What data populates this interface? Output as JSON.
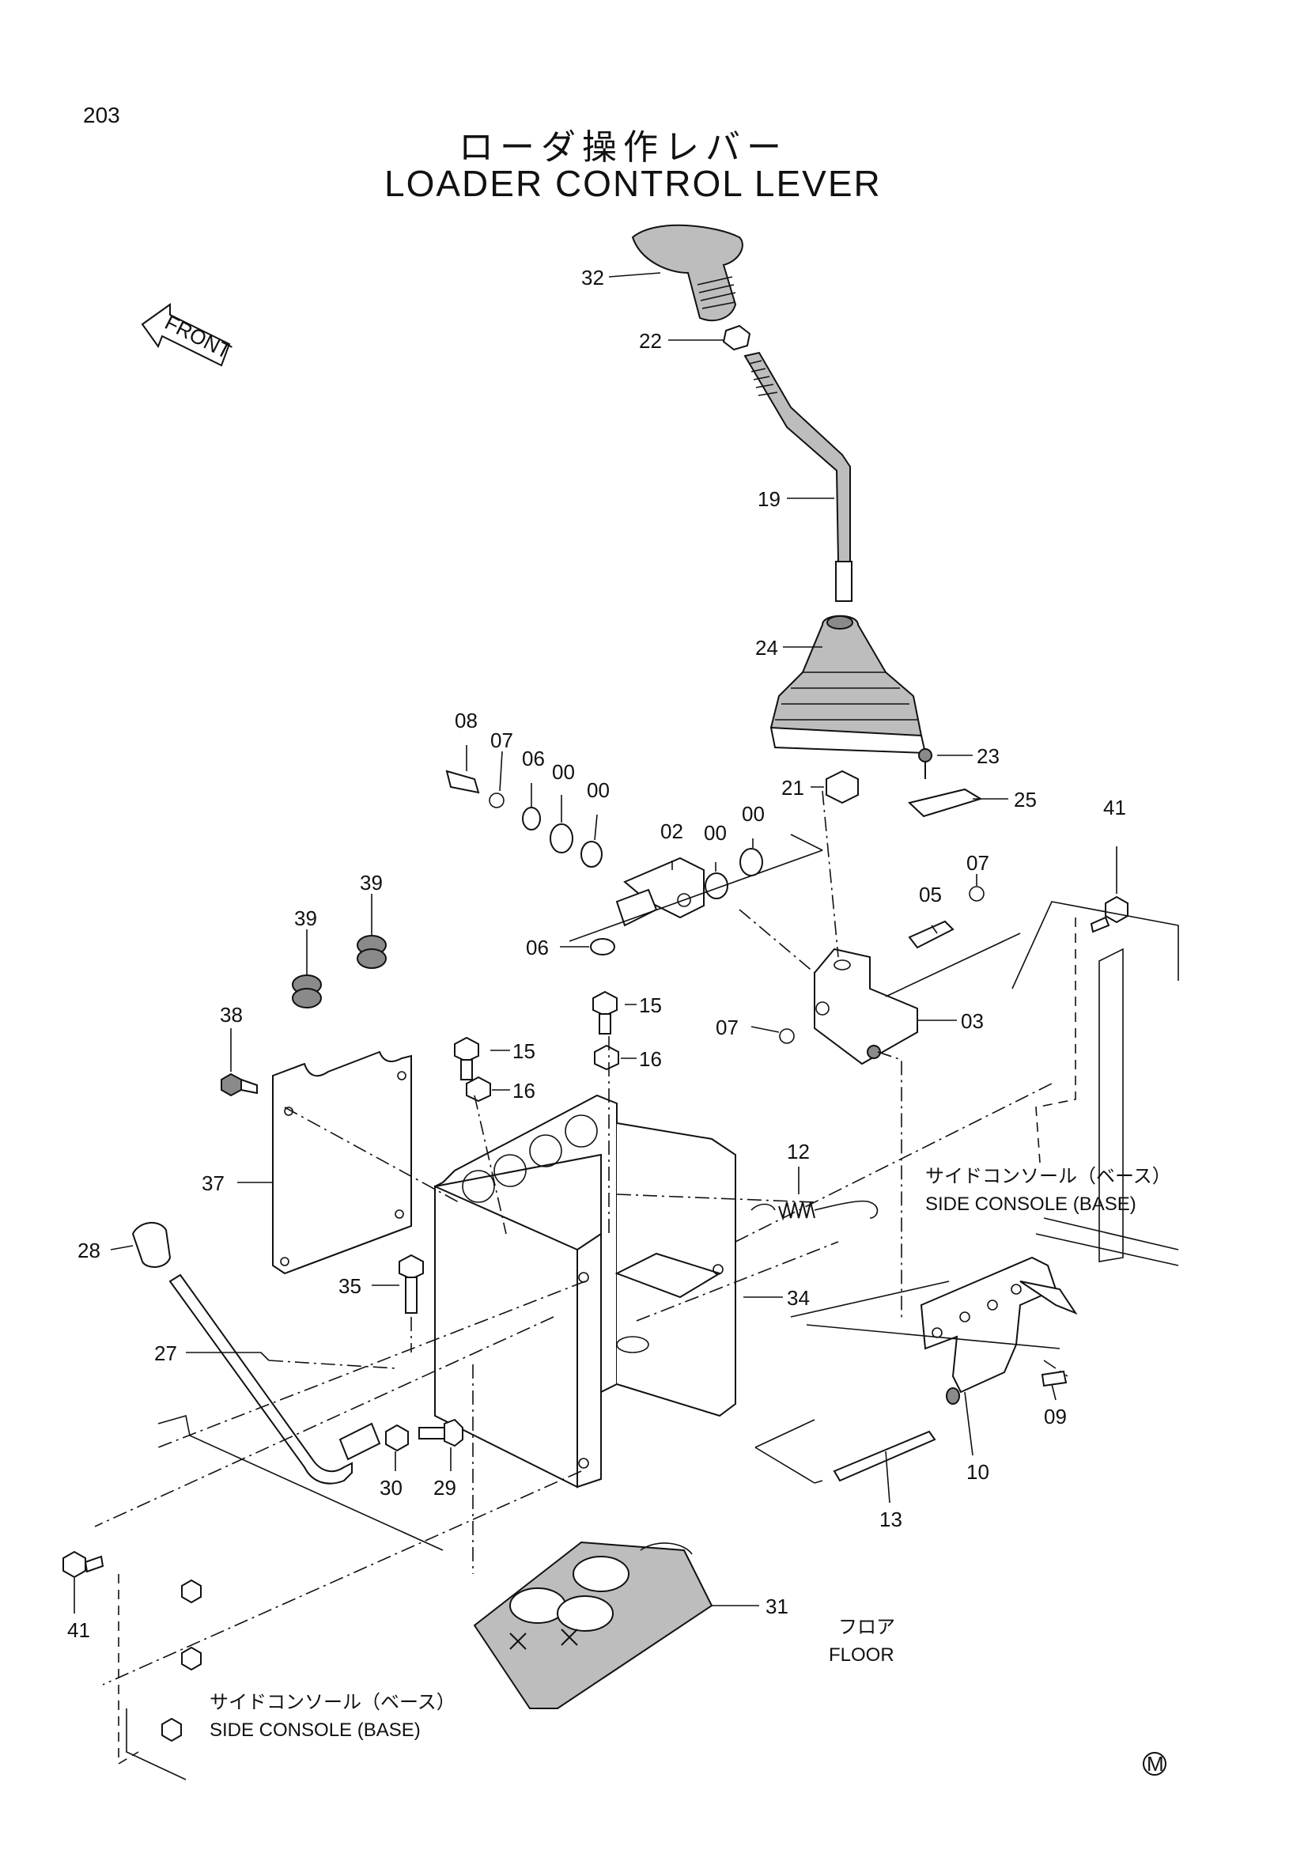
{
  "page": {
    "number": "203",
    "title_ja": "ローダ操作レバー",
    "title_en": "LOADER CONTROL LEVER"
  },
  "front_indicator": {
    "label": "FRONT",
    "icon": "front-arrow-icon"
  },
  "parts": [
    {
      "id": "p32",
      "label": "32"
    },
    {
      "id": "p22",
      "label": "22"
    },
    {
      "id": "p19",
      "label": "19"
    },
    {
      "id": "p24",
      "label": "24"
    },
    {
      "id": "p23",
      "label": "23"
    },
    {
      "id": "p25",
      "label": "25"
    },
    {
      "id": "p21",
      "label": "21"
    },
    {
      "id": "p41a",
      "label": "41"
    },
    {
      "id": "p08",
      "label": "08"
    },
    {
      "id": "p07a",
      "label": "07"
    },
    {
      "id": "p06a",
      "label": "06"
    },
    {
      "id": "p00a",
      "label": "00"
    },
    {
      "id": "p00b",
      "label": "00"
    },
    {
      "id": "p02",
      "label": "02"
    },
    {
      "id": "p00c",
      "label": "00"
    },
    {
      "id": "p00d",
      "label": "00"
    },
    {
      "id": "p05",
      "label": "05"
    },
    {
      "id": "p07b",
      "label": "07"
    },
    {
      "id": "p39a",
      "label": "39"
    },
    {
      "id": "p39b",
      "label": "39"
    },
    {
      "id": "p06b",
      "label": "06"
    },
    {
      "id": "p38",
      "label": "38"
    },
    {
      "id": "p15a",
      "label": "15"
    },
    {
      "id": "p15b",
      "label": "15"
    },
    {
      "id": "p16a",
      "label": "16"
    },
    {
      "id": "p16b",
      "label": "16"
    },
    {
      "id": "p07c",
      "label": "07"
    },
    {
      "id": "p03",
      "label": "03"
    },
    {
      "id": "p37",
      "label": "37"
    },
    {
      "id": "p12",
      "label": "12"
    },
    {
      "id": "p28",
      "label": "28"
    },
    {
      "id": "p35",
      "label": "35"
    },
    {
      "id": "p34",
      "label": "34"
    },
    {
      "id": "p27",
      "label": "27"
    },
    {
      "id": "p09",
      "label": "09"
    },
    {
      "id": "p30",
      "label": "30"
    },
    {
      "id": "p29",
      "label": "29"
    },
    {
      "id": "p10",
      "label": "10"
    },
    {
      "id": "p13",
      "label": "13"
    },
    {
      "id": "p41b",
      "label": "41"
    },
    {
      "id": "p31",
      "label": "31"
    }
  ],
  "notes": {
    "side_console_right_ja": "サイドコンソール（ベース）",
    "side_console_right_en": "SIDE CONSOLE (BASE)",
    "floor_ja": "フロア",
    "floor_en": "FLOOR",
    "side_console_left_ja": "サイドコンソール（ベース）",
    "side_console_left_en": "SIDE CONSOLE (BASE)",
    "mark": "M"
  }
}
